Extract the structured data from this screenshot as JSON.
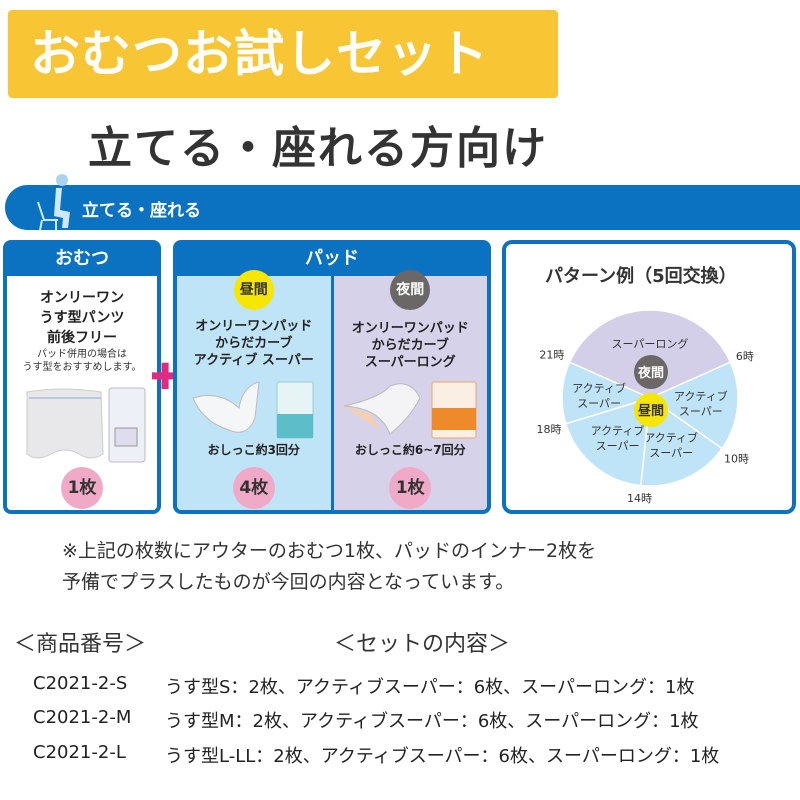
{
  "banner": {
    "title": "おむつお試しセット",
    "color": "#f8c634"
  },
  "heading": "立てる・座れる方向け",
  "band": {
    "label": "立てる・座れる",
    "color": "#0a72c0"
  },
  "omutsu": {
    "header": "おむつ",
    "name": [
      "オンリーワン",
      "うす型パンツ",
      "前後フリー"
    ],
    "note": [
      "パッド併用の場合は",
      "うす型をおすすめします。"
    ],
    "count": "1枚"
  },
  "pad": {
    "header": "パッド",
    "day": {
      "badge": "昼間",
      "name": [
        "オンリーワンパッド",
        "からだカーブ",
        "アクティブ スーパー"
      ],
      "capacity": "おしっこ約3回分",
      "count": "4枚"
    },
    "night": {
      "badge": "夜間",
      "name": [
        "オンリーワンパッド",
        "からだカーブ",
        "スーパーロング"
      ],
      "capacity": "おしっこ約6~7回分",
      "count": "1枚"
    }
  },
  "pattern": {
    "title": "パターン例（5回交換）",
    "center_night": "夜間",
    "center_day": "昼間",
    "slices": [
      {
        "label": [
          "スーパーロング"
        ],
        "from": "21時",
        "to": "6時",
        "type": "night"
      },
      {
        "label": [
          "アクティブ",
          "スーパー"
        ],
        "from": "6時",
        "to": "10時",
        "type": "day"
      },
      {
        "label": [
          "アクティブ",
          "スーパー"
        ],
        "from": "10時",
        "to": "14時",
        "type": "day"
      },
      {
        "label": [
          "アクティブ",
          "スーパー"
        ],
        "from": "14時",
        "to": "18時",
        "type": "day"
      },
      {
        "label": [
          "アクティブ",
          "スーパー"
        ],
        "from": "18時",
        "to": "21時",
        "type": "day"
      }
    ],
    "times": [
      "6時",
      "10時",
      "14時",
      "18時",
      "21時"
    ]
  },
  "note": [
    "※上記の枚数にアウターのおむつ1枚、パッドのインナー2枚を",
    "予備でプラスしたものが今回の内容となっています。"
  ],
  "table": {
    "code_header": "＜商品番号＞",
    "content_header": "＜セットの内容＞",
    "rows": [
      {
        "code": "C2021-2-S",
        "content": "うす型S：2枚、アクティブスーパー：6枚、スーパーロング：1枚"
      },
      {
        "code": "C2021-2-M",
        "content": "うす型M：2枚、アクティブスーパー：6枚、スーパーロング：1枚"
      },
      {
        "code": "C2021-2-L",
        "content": "うす型L-LL：2枚、アクティブスーパー：6枚、スーパーロング：1枚"
      }
    ]
  }
}
